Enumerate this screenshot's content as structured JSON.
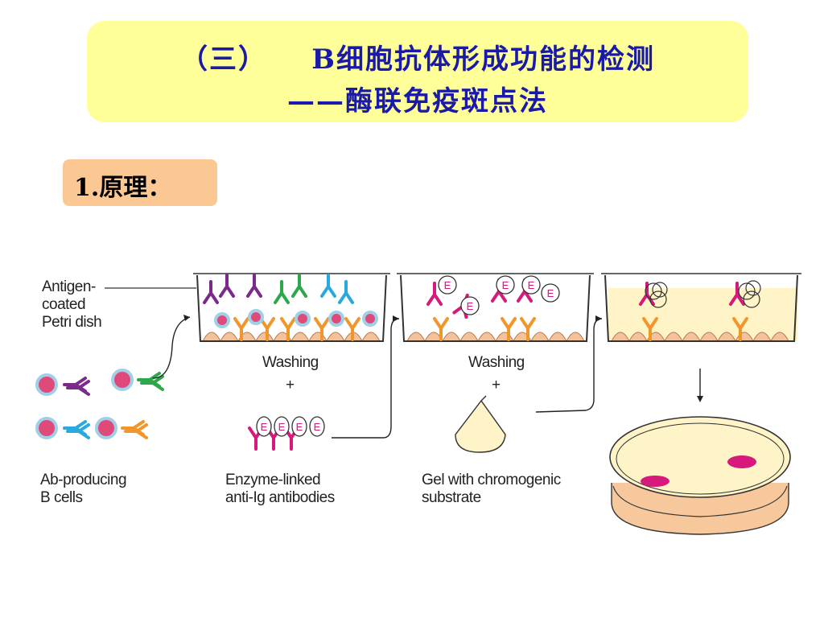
{
  "slide": {
    "title_line1": "（三）    B细胞抗体形成功能的检测",
    "title_line2": "——酶联免疫斑点法",
    "section_label": "1.原理："
  },
  "figure": {
    "antigen_dish_label": "Antigen-\ncoated\nPetri dish",
    "b_cells_label": "Ab-producing\nB cells",
    "washing1": "Washing",
    "plus1": "+",
    "enzyme_label": "Enzyme-linked\nanti-Ig antibodies",
    "washing2": "Washing",
    "plus2": "+",
    "gel_label": "Gel with chromogenic\nsubstrate",
    "enzyme_letter": "E"
  },
  "colors": {
    "title_text": "#1a1aa8",
    "title_bg": "#ffff99",
    "section_bg": "#fbc894",
    "purple_ab": "#7b2a8c",
    "green_ab": "#2aa84a",
    "blue_ab": "#29a9dc",
    "orange_ab": "#f0962a",
    "magenta_ab": "#d6197a",
    "cell_pink": "#e04a7a",
    "cell_ring": "#9fd0e8",
    "antigen_tan": "#f3c29a",
    "gel_yellow": "#fff4c8"
  }
}
